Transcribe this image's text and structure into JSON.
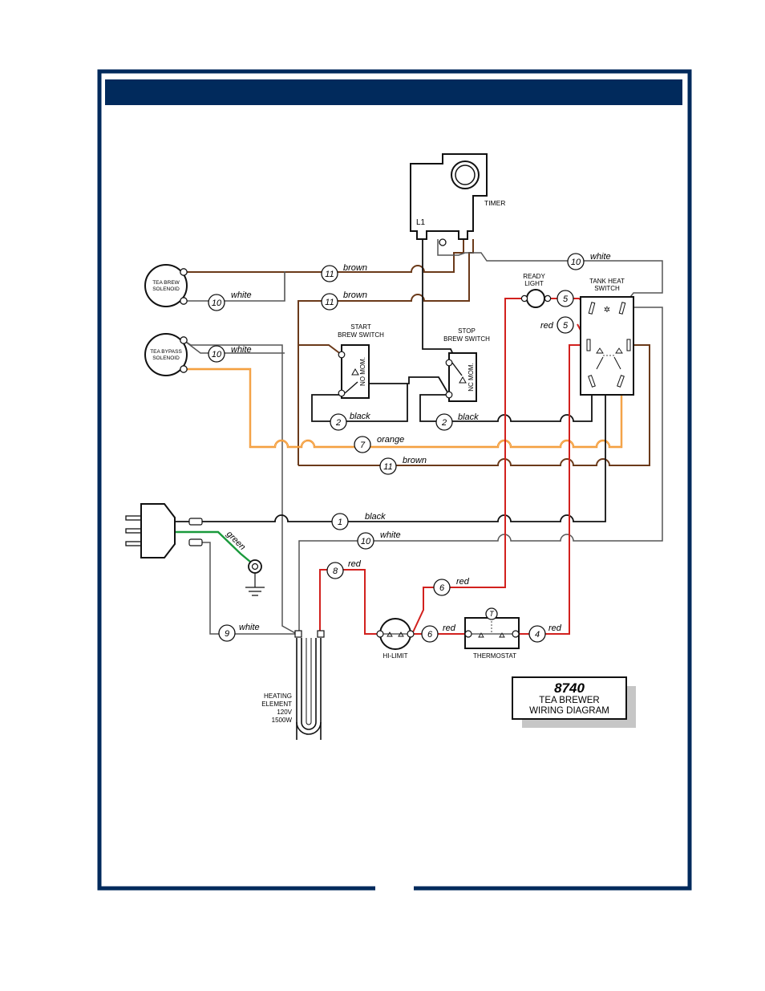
{
  "colors": {
    "frame": "#012a5c",
    "brown": "#6b3a1a",
    "orange": "#f08c1e",
    "red": "#d2211e",
    "green": "#1a9a3c",
    "white_wire": "#555555",
    "black_wire": "#111111"
  },
  "components": {
    "timer": "TIMER",
    "timer_terminal": "L1",
    "tea_brew_solenoid": [
      "TEA BREW",
      "SOLENOID"
    ],
    "tea_bypass_solenoid": [
      "TEA BYPASS",
      "SOLENOID"
    ],
    "start_brew_switch": [
      "START",
      "BREW SWITCH"
    ],
    "stop_brew_switch": [
      "STOP",
      "BREW SWITCH"
    ],
    "start_switch_marking": "NO MOM.",
    "stop_switch_marking": "NC MOM.",
    "ready_light": [
      "READY",
      "LIGHT"
    ],
    "tank_heat_switch": [
      "TANK HEAT",
      "SWITCH"
    ],
    "hi_limit": "HI-LIMIT",
    "thermostat": "THERMOSTAT",
    "thermostat_symbol": "T",
    "heating_element": [
      "HEATING",
      "ELEMENT",
      "120V",
      "1500W"
    ]
  },
  "wires": [
    {
      "num": "11",
      "color": "brown"
    },
    {
      "num": "10",
      "color": "white"
    },
    {
      "num": "11",
      "color": "brown"
    },
    {
      "num": "10",
      "color": "white"
    },
    {
      "num": "5",
      "color": ""
    },
    {
      "num": "5",
      "color": "red"
    },
    {
      "num": "10",
      "color": "white"
    },
    {
      "num": "2",
      "color": "black"
    },
    {
      "num": "2",
      "color": "black"
    },
    {
      "num": "7",
      "color": "orange"
    },
    {
      "num": "11",
      "color": "brown"
    },
    {
      "num": "1",
      "color": "black"
    },
    {
      "num": "10",
      "color": "white"
    },
    {
      "num": "8",
      "color": "red"
    },
    {
      "num": "6",
      "color": "red"
    },
    {
      "num": "6",
      "color": "red"
    },
    {
      "num": "4",
      "color": "red"
    },
    {
      "num": "9",
      "color": "white"
    }
  ],
  "ground_wire": "green",
  "title_box": {
    "model": "8740",
    "line1": "TEA BREWER",
    "line2": "WIRING DIAGRAM"
  }
}
